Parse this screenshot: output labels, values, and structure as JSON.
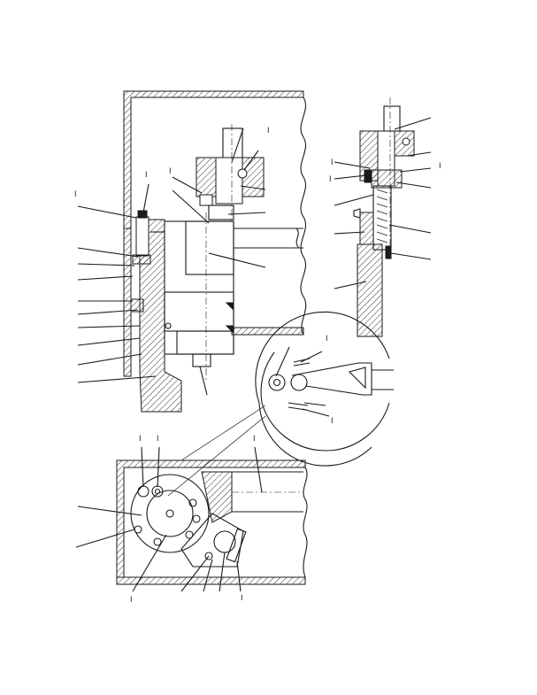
{
  "figure": {
    "ink_color": "#1a1a1a",
    "background": "#ffffff",
    "callout_marks": [
      "I",
      "I",
      "I",
      "I",
      "I",
      "I",
      "I",
      "I",
      "I",
      "I",
      "I",
      "I",
      "I",
      "I"
    ]
  }
}
